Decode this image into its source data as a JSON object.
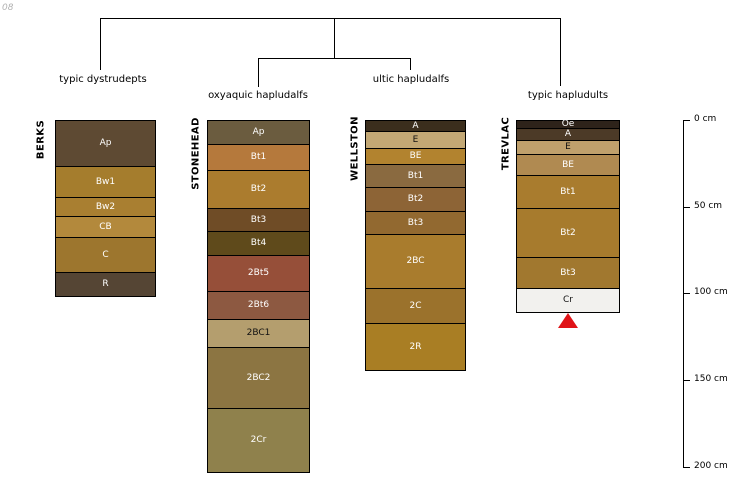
{
  "figure_label": "08",
  "depth_scale": {
    "unit": "cm",
    "min": 0,
    "max": 200,
    "ticks": [
      "0 cm",
      "50 cm",
      "100 cm",
      "150 cm",
      "200 cm"
    ]
  },
  "marker": {
    "shape": "triangle-up",
    "color": "#e01317",
    "below_profile": "TREVLAC"
  },
  "profiles": [
    {
      "series": "BERKS",
      "classification": "typic dystrudepts",
      "horizons": [
        {
          "label": "Ap",
          "top_cm": 0,
          "bottom_cm": 26,
          "color": "#5e4a33",
          "text_color": "#ffffff"
        },
        {
          "label": "Bw1",
          "top_cm": 26,
          "bottom_cm": 44,
          "color": "#a57d2d",
          "text_color": "#ffffff"
        },
        {
          "label": "Bw2",
          "top_cm": 44,
          "bottom_cm": 55,
          "color": "#a97f31",
          "text_color": "#ffffff"
        },
        {
          "label": "CB",
          "top_cm": 55,
          "bottom_cm": 67,
          "color": "#b3893c",
          "text_color": "#ffffff"
        },
        {
          "label": "C",
          "top_cm": 67,
          "bottom_cm": 87,
          "color": "#9d762e",
          "text_color": "#ffffff"
        },
        {
          "label": "R",
          "top_cm": 87,
          "bottom_cm": 101,
          "color": "#554534",
          "text_color": "#ffffff"
        }
      ]
    },
    {
      "series": "STONEHEAD",
      "classification": "oxyaquic hapludalfs",
      "horizons": [
        {
          "label": "Ap",
          "top_cm": 0,
          "bottom_cm": 13,
          "color": "#6b5c3f",
          "text_color": "#ffffff"
        },
        {
          "label": "Bt1",
          "top_cm": 13,
          "bottom_cm": 28,
          "color": "#b5793c",
          "text_color": "#ffffff"
        },
        {
          "label": "Bt2",
          "top_cm": 28,
          "bottom_cm": 50,
          "color": "#ab7c2e",
          "text_color": "#ffffff"
        },
        {
          "label": "Bt3",
          "top_cm": 50,
          "bottom_cm": 63,
          "color": "#6f4c26",
          "text_color": "#ffffff"
        },
        {
          "label": "Bt4",
          "top_cm": 63,
          "bottom_cm": 77,
          "color": "#5f4a1b",
          "text_color": "#ffffff"
        },
        {
          "label": "2Bt5",
          "top_cm": 77,
          "bottom_cm": 98,
          "color": "#964f39",
          "text_color": "#ffffff"
        },
        {
          "label": "2Bt6",
          "top_cm": 98,
          "bottom_cm": 114,
          "color": "#8d5941",
          "text_color": "#ffffff"
        },
        {
          "label": "2BC1",
          "top_cm": 114,
          "bottom_cm": 130,
          "color": "#b49e6e",
          "text_color": "#111111"
        },
        {
          "label": "2BC2",
          "top_cm": 130,
          "bottom_cm": 165,
          "color": "#8c7542",
          "text_color": "#ffffff"
        },
        {
          "label": "2Cr",
          "top_cm": 165,
          "bottom_cm": 202,
          "color": "#8f814c",
          "text_color": "#ffffff"
        }
      ]
    },
    {
      "series": "WELLSTON",
      "classification": "ultic hapludalfs",
      "horizons": [
        {
          "label": "A",
          "top_cm": 0,
          "bottom_cm": 6,
          "color": "#3b2e1d",
          "text_color": "#ffffff"
        },
        {
          "label": "E",
          "top_cm": 6,
          "bottom_cm": 16,
          "color": "#c3a875",
          "text_color": "#111111"
        },
        {
          "label": "BE",
          "top_cm": 16,
          "bottom_cm": 25,
          "color": "#b2832f",
          "text_color": "#ffffff"
        },
        {
          "label": "Bt1",
          "top_cm": 25,
          "bottom_cm": 38,
          "color": "#8a6a40",
          "text_color": "#ffffff"
        },
        {
          "label": "Bt2",
          "top_cm": 38,
          "bottom_cm": 52,
          "color": "#8d6436",
          "text_color": "#ffffff"
        },
        {
          "label": "Bt3",
          "top_cm": 52,
          "bottom_cm": 65,
          "color": "#926930",
          "text_color": "#ffffff"
        },
        {
          "label": "2BC",
          "top_cm": 65,
          "bottom_cm": 96,
          "color": "#a97c2d",
          "text_color": "#ffffff"
        },
        {
          "label": "2C",
          "top_cm": 96,
          "bottom_cm": 116,
          "color": "#9b722c",
          "text_color": "#ffffff"
        },
        {
          "label": "2R",
          "top_cm": 116,
          "bottom_cm": 143,
          "color": "#a97e24",
          "text_color": "#ffffff"
        }
      ]
    },
    {
      "series": "TREVLAC",
      "classification": "typic hapludults",
      "horizons": [
        {
          "label": "Oe",
          "top_cm": 0,
          "bottom_cm": 4,
          "color": "#2e231a",
          "text_color": "#ffffff"
        },
        {
          "label": "A",
          "top_cm": 4,
          "bottom_cm": 11,
          "color": "#4c3a27",
          "text_color": "#ffffff"
        },
        {
          "label": "E",
          "top_cm": 11,
          "bottom_cm": 19,
          "color": "#bfa06c",
          "text_color": "#111111"
        },
        {
          "label": "BE",
          "top_cm": 19,
          "bottom_cm": 31,
          "color": "#b08a51",
          "text_color": "#ffffff"
        },
        {
          "label": "Bt1",
          "top_cm": 31,
          "bottom_cm": 50,
          "color": "#a97c2e",
          "text_color": "#ffffff"
        },
        {
          "label": "Bt2",
          "top_cm": 50,
          "bottom_cm": 78,
          "color": "#a77b2d",
          "text_color": "#ffffff"
        },
        {
          "label": "Bt3",
          "top_cm": 78,
          "bottom_cm": 96,
          "color": "#a1782f",
          "text_color": "#ffffff"
        },
        {
          "label": "Cr",
          "top_cm": 96,
          "bottom_cm": 110,
          "color": "#f2f1ee",
          "text_color": "#111111"
        }
      ]
    }
  ]
}
